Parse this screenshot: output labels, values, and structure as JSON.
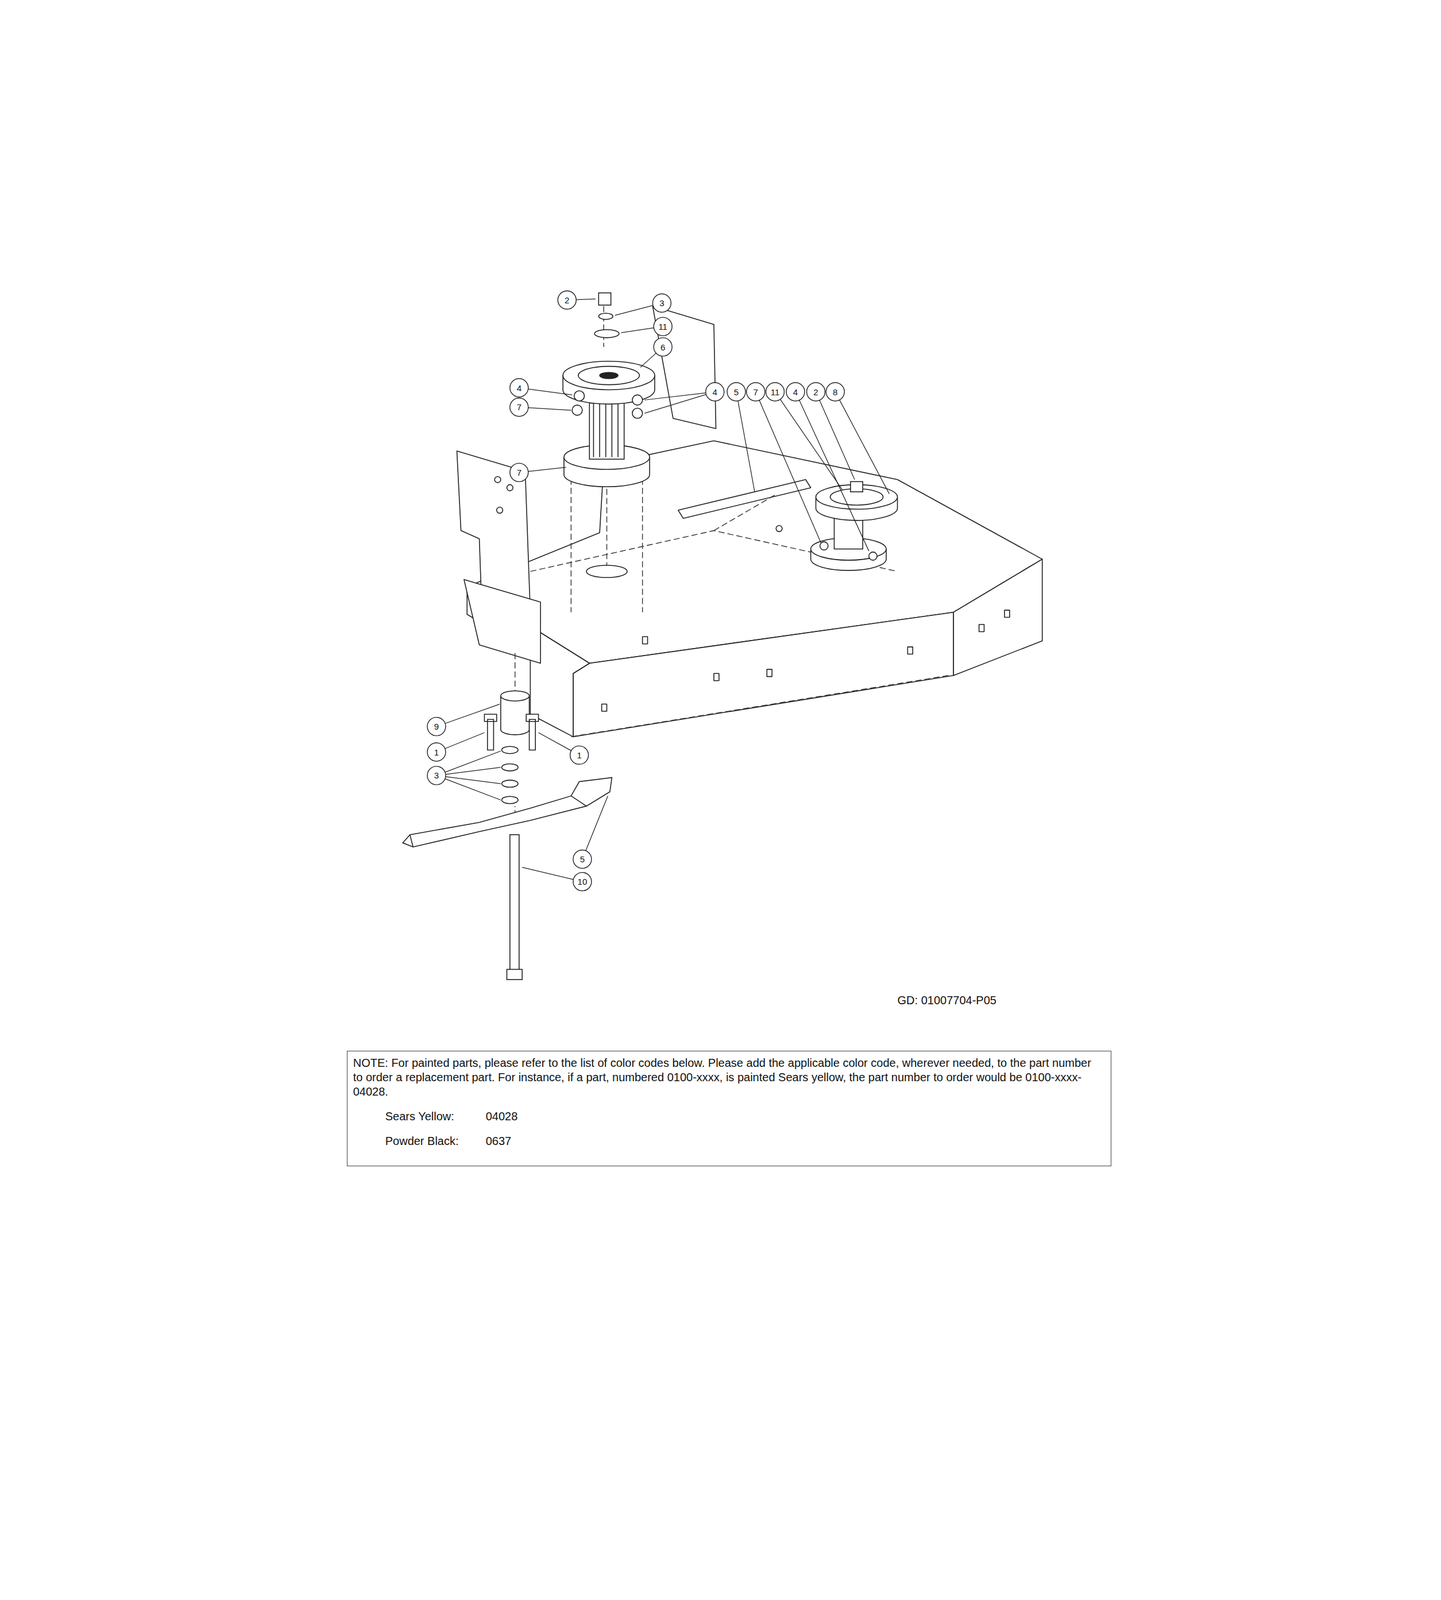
{
  "diagram": {
    "nodes": [
      {
        "text": [
          "NOTE: For painted parts, please refer to the list of color codes below. Please add the applicable color code, wherever needed, to the part number to order a replacement part. For instance, if a part, numbered 0100-xxxx, is painted Sears yellow, the part number to order would be 0100-xxxx-04028.",
          "Sears Yellow:",
          "04028",
          "Powder Black:",
          "0637"
        ]
      }
    ],
    "labels": [
      "2",
      "3",
      "11",
      "6",
      "4",
      "7",
      "7",
      "4",
      "5",
      "7",
      "11",
      "4",
      "2",
      "8",
      "9",
      "1",
      "1",
      "3",
      "5",
      "10",
      "GD: 01007704-P05"
    ]
  }
}
